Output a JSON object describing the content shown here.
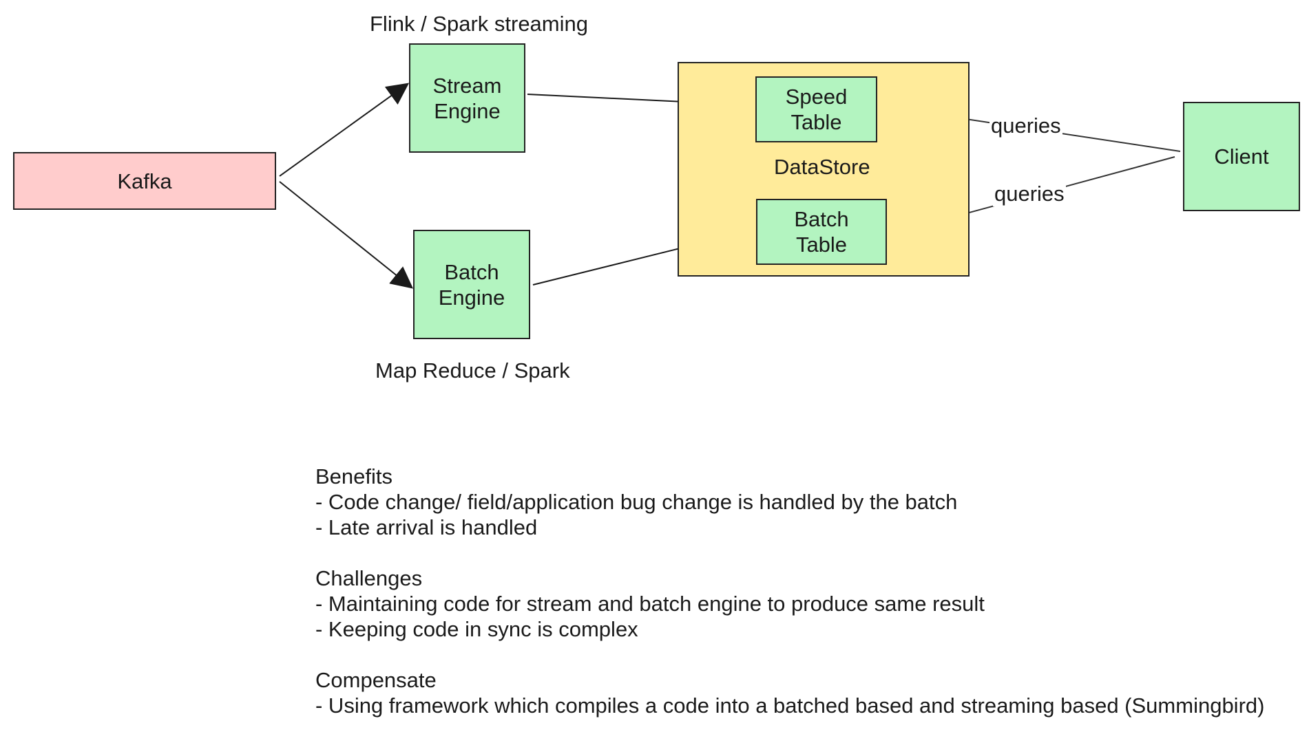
{
  "nodes": {
    "kafka": "Kafka",
    "stream_engine": "Stream\nEngine",
    "batch_engine": "Batch\nEngine",
    "datastore": "DataStore",
    "speed_table": "Speed\nTable",
    "batch_table": "Batch\nTable",
    "client": "Client"
  },
  "captions": {
    "stream_engine": "Flink / Spark streaming",
    "batch_engine": "Map Reduce / Spark"
  },
  "edges": {
    "client_to_speed": "queries",
    "client_to_batch": "queries"
  },
  "notes": [
    "Benefits",
    "- Code change/ field/application bug change is handled by the batch",
    "- Late arrival is handled",
    "",
    "Challenges",
    "- Maintaining code for stream and batch engine to produce same result",
    "- Keeping code in sync is complex",
    "",
    "Compensate",
    "- Using framework which compiles a code into a batched based and streaming based (Summingbird)"
  ],
  "colors": {
    "engine_fill": "#b3f4c0",
    "source_fill": "#ffcccc",
    "datastore_fill": "#ffeb9a",
    "stroke": "#222222"
  }
}
